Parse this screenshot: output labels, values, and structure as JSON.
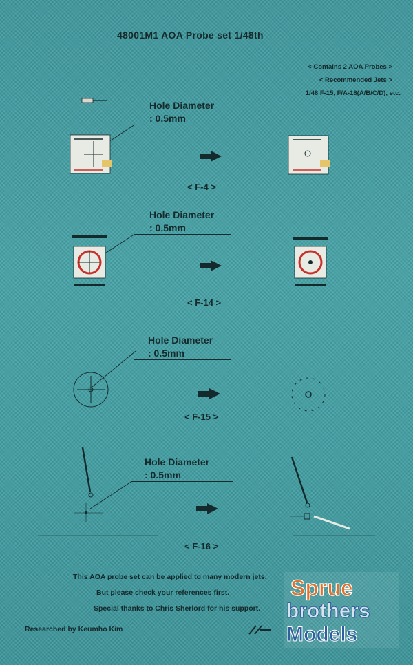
{
  "header": {
    "title": "48001M1 AOA Probe set 1/48th",
    "contains": "< Contains 2 AOA Probes >",
    "recommended": "< Recommended Jets >",
    "jets": "1/48 F-15, F/A-18(A/B/C/D), etc."
  },
  "sections": [
    {
      "hole_label": "Hole Diameter",
      "hole_value": ": 0.5mm",
      "jet": "< F-4 >"
    },
    {
      "hole_label": "Hole Diameter",
      "hole_value": ": 0.5mm",
      "jet": "< F-14 >"
    },
    {
      "hole_label": "Hole Diameter",
      "hole_value": ": 0.5mm",
      "jet": "< F-15 >"
    },
    {
      "hole_label": "Hole Diameter",
      "hole_value": ": 0.5mm",
      "jet": "< F-16 >"
    }
  ],
  "footer": {
    "line1": "This AOA probe set can be applied to many modern jets.",
    "line2": "But please check your references first.",
    "line3": "Special thanks to Chris Sherlord for his support.",
    "credit": "Researched by Keumho Kim"
  },
  "watermark": {
    "line1": "Sprue",
    "line2": "brothers",
    "line3": "Models"
  },
  "colors": {
    "background": "#3f9a9f",
    "ink": "#152a2c",
    "accent_red": "#c8312b",
    "watermark_orange": "#e0722c",
    "watermark_blue": "#2f5f9e"
  }
}
